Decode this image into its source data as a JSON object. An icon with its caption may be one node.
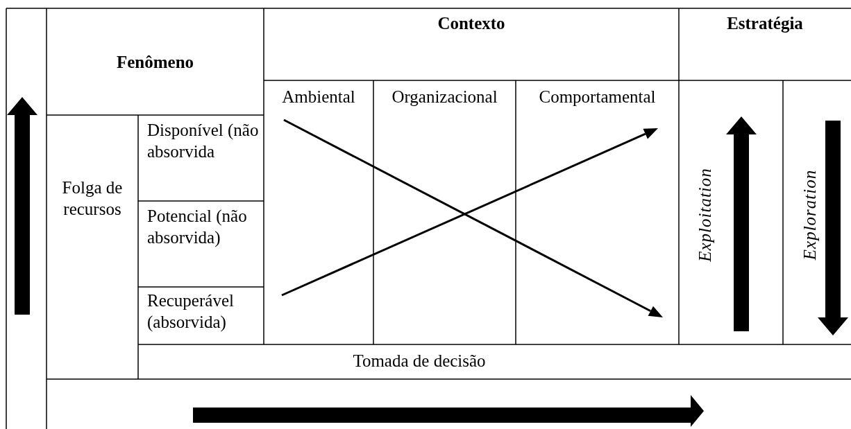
{
  "diagram": {
    "labels": [
      "Fenômeno",
      "Contexto",
      "Estratégia",
      "Ambiental",
      "Organizacional",
      "Comportamental",
      "Folga de recursos",
      "Disponível (não absorvida",
      "Exploitation",
      "Exploration",
      "Potencial (não absorvida)",
      "Recuperável (absorvida)",
      "Tomada de decisão"
    ]
  }
}
